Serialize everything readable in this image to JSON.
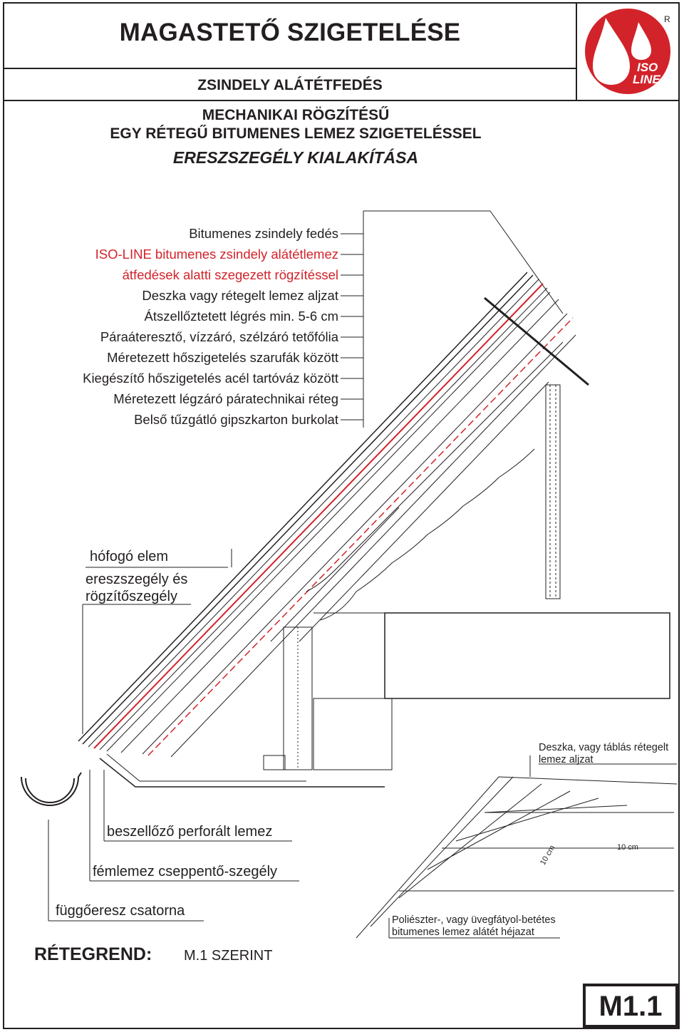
{
  "header": {
    "title": "MAGASTETŐ SZIGETELÉSE",
    "subtitle": "ZSINDELY ALÁTÉTFEDÉS",
    "line1": "MECHANIKAI RÖGZÍTÉSŰ",
    "line2": "EGY RÉTEGŰ BITUMENES LEMEZ SZIGETELÉSSEL",
    "line3": "ERESZSZEGÉLY KIALAKÍTÁSA"
  },
  "logo": {
    "line1": "ISO",
    "line2": "LINE",
    "mark": "R",
    "color": "#d2232a"
  },
  "layers": [
    {
      "text": "Bitumenes zsindely fedés",
      "red": false
    },
    {
      "text": "ISO-LINE bitumenes zsindely alátétlemez",
      "red": true
    },
    {
      "text": "átfedések alatti szegezett rögzítéssel",
      "red": true
    },
    {
      "text": "Deszka vagy rétegelt lemez aljzat",
      "red": false
    },
    {
      "text": "Átszellőztetett légrés min. 5-6 cm",
      "red": false
    },
    {
      "text": "Páraáteresztő, vízzáró, szélzáró tetőfólia",
      "red": false
    },
    {
      "text": "Méretezett hőszigetelés szarufák között",
      "red": false
    },
    {
      "text": "Kiegészítő hőszigetelés acél tartóváz között",
      "red": false
    },
    {
      "text": "Méretezett légzáró páratechnikai réteg",
      "red": false
    },
    {
      "text": "Belső tűzgátló gipszkarton burkolat",
      "red": false
    }
  ],
  "labels": {
    "snow": "hófogó elem",
    "eaves1": "ereszszegély és",
    "eaves2": "rögzítőszegély",
    "vent": "beszellőző perforált lemez",
    "drip": "fémlemez cseppentő-szegély",
    "gutter": "függőeresz csatorna",
    "deck1": "Deszka, vagy táblás rétegelt",
    "deck2": "lemez aljzat",
    "under1": "Poliészter-, vagy üvegfátyol-betétes",
    "under2": "bitumenes lemez alátét héjazat",
    "dim1": "10 cm",
    "dim2": "10 cm"
  },
  "footer": {
    "sequence_label": "RÉTEGREND:",
    "sequence_value": "M.1 SZERINT",
    "code": "M1.1"
  },
  "colors": {
    "accent": "#d2232a",
    "ink": "#231f20"
  }
}
